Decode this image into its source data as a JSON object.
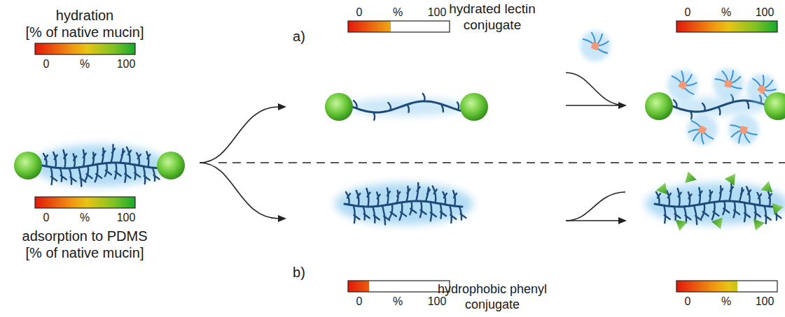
{
  "diagram": {
    "labels": [
      "hydration",
      "[% of native mucin]",
      "0",
      "%",
      "100",
      "0",
      "%",
      "100",
      "a)",
      "hydrated lectin conjugate",
      "0",
      "%",
      "100",
      "0",
      "%",
      "100",
      "adsorption to PDMS",
      "[% of native mucin]",
      "b)",
      "0",
      "%",
      "100",
      "hydrophobic phenyl conjugate",
      "0",
      "%",
      "100"
    ]
  }
}
